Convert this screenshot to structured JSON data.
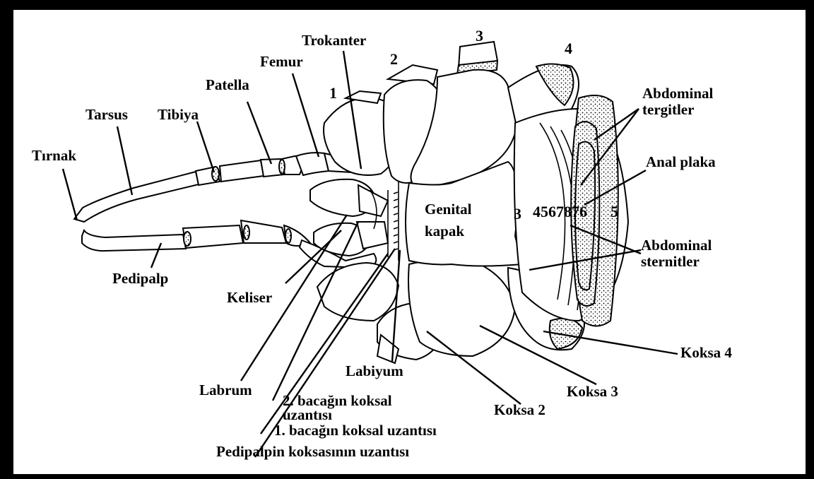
{
  "labels": {
    "trokanter": "Trokanter",
    "femur": "Femur",
    "patella": "Patella",
    "tibiya": "Tibiya",
    "tarsus": "Tarsus",
    "tirnak": "Tırnak",
    "pedipalp": "Pedipalp",
    "keliser": "Keliser",
    "labrum": "Labrum",
    "labiyum": "Labiyum",
    "genital_kapak_1": "Genital",
    "genital_kapak_2": "kapak",
    "abdominal_tergitler_1": "Abdominal",
    "abdominal_tergitler_2": "tergitler",
    "anal_plaka": "Anal plaka",
    "abdominal_sternitler_1": "Abdominal",
    "abdominal_sternitler_2": "sternitler",
    "koksa_4": "Koksa 4",
    "koksa_3": "Koksa 3",
    "koksa_2": "Koksa 2",
    "bacak2_koksal_1": "2. bacağın koksal",
    "bacak2_koksal_2": "uzantısı",
    "bacak1_koksal": "1. bacağın koksal uzantısı",
    "pedipalp_koksa_uzanti": "Pedipalpin koksasının uzantısı"
  },
  "leg_numbers": [
    "1",
    "2",
    "3",
    "4"
  ],
  "segment_numbers": {
    "sternite_3": "3",
    "sequence": "4567876",
    "sequence_end": "5"
  }
}
